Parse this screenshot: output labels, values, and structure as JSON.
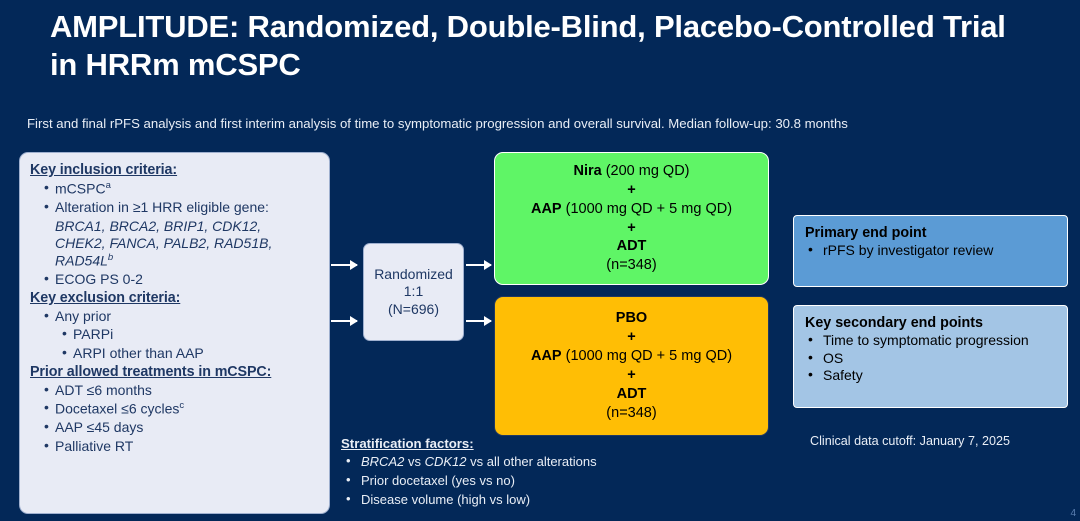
{
  "slide": {
    "title": "AMPLITUDE: Randomized, Double-Blind, Placebo-Controlled Trial in HRRm mCSPC",
    "subtitle": "First and final rPFS analysis and first interim analysis of time to symptomatic progression and overall survival. Median follow-up: 30.8 months",
    "page_number": "4",
    "data_cutoff": "Clinical data cutoff: January 7, 2025"
  },
  "colors": {
    "background_navy": "#032858",
    "panel_light": "#E8EBF5",
    "arm_nira_green": "#5FF566",
    "arm_pbo_orange": "#FFBE05",
    "endpoint_primary_blue": "#5B9BD5",
    "endpoint_secondary_blue": "#A3C5E5",
    "text_navy": "#1F3864",
    "text_white": "#FFFFFF"
  },
  "criteria": {
    "inclusion_heading": "Key inclusion criteria:",
    "inclusion_items": [
      "mCSPC",
      "Alteration in ≥1 HRR eligible gene:",
      "ECOG PS 0-2"
    ],
    "inclusion_item_1_sup": "a",
    "gene_list_line_1": "BRCA1, BRCA2, BRIP1, CDK12,",
    "gene_list_line_2": "CHEK2, FANCA, PALB2, RAD51B,",
    "gene_list_line_3": "RAD54L",
    "gene_list_line_3_sup": "b",
    "exclusion_heading": "Key exclusion criteria:",
    "exclusion_items": [
      "Any prior",
      "PARPi",
      "ARPI other than AAP"
    ],
    "prior_heading": "Prior allowed treatments in mCSPC:",
    "prior_items": [
      "ADT ≤6 months",
      "Docetaxel ≤6 cycles",
      "AAP ≤45 days",
      "Palliative RT"
    ],
    "prior_item_2_sup": "c"
  },
  "randomization": {
    "line1": "Randomized",
    "line2": "1:1",
    "line3": "(N=696)"
  },
  "arms": [
    {
      "name": "nira-arm",
      "drug_bold": "Nira",
      "drug_dose": " (200 mg QD)",
      "plus1": "+",
      "aap_bold": "AAP",
      "aap_dose": " (1000 mg QD + 5 mg QD)",
      "plus2": "+",
      "adt": "ADT",
      "n": "(n=348)"
    },
    {
      "name": "pbo-arm",
      "drug_bold": "PBO",
      "drug_dose": "",
      "plus1": "+",
      "aap_bold": "AAP",
      "aap_dose": " (1000 mg QD + 5 mg QD)",
      "plus2": "+",
      "adt": "ADT",
      "n": "(n=348)"
    }
  ],
  "endpoints": {
    "primary_heading": "Primary end point",
    "primary_items": [
      "rPFS by investigator review"
    ],
    "secondary_heading": "Key secondary end points",
    "secondary_items": [
      "Time to symptomatic progression",
      "OS",
      "Safety"
    ]
  },
  "stratification": {
    "heading": "Stratification factors:",
    "items": [
      {
        "italic1": "BRCA2",
        "mid": " vs ",
        "italic2": "CDK12",
        "rest": " vs all other alterations"
      },
      {
        "italic1": "",
        "mid": "",
        "italic2": "",
        "rest": "Prior docetaxel (yes vs no)"
      },
      {
        "italic1": "",
        "mid": "",
        "italic2": "",
        "rest": "Disease volume (high vs low)"
      }
    ]
  }
}
